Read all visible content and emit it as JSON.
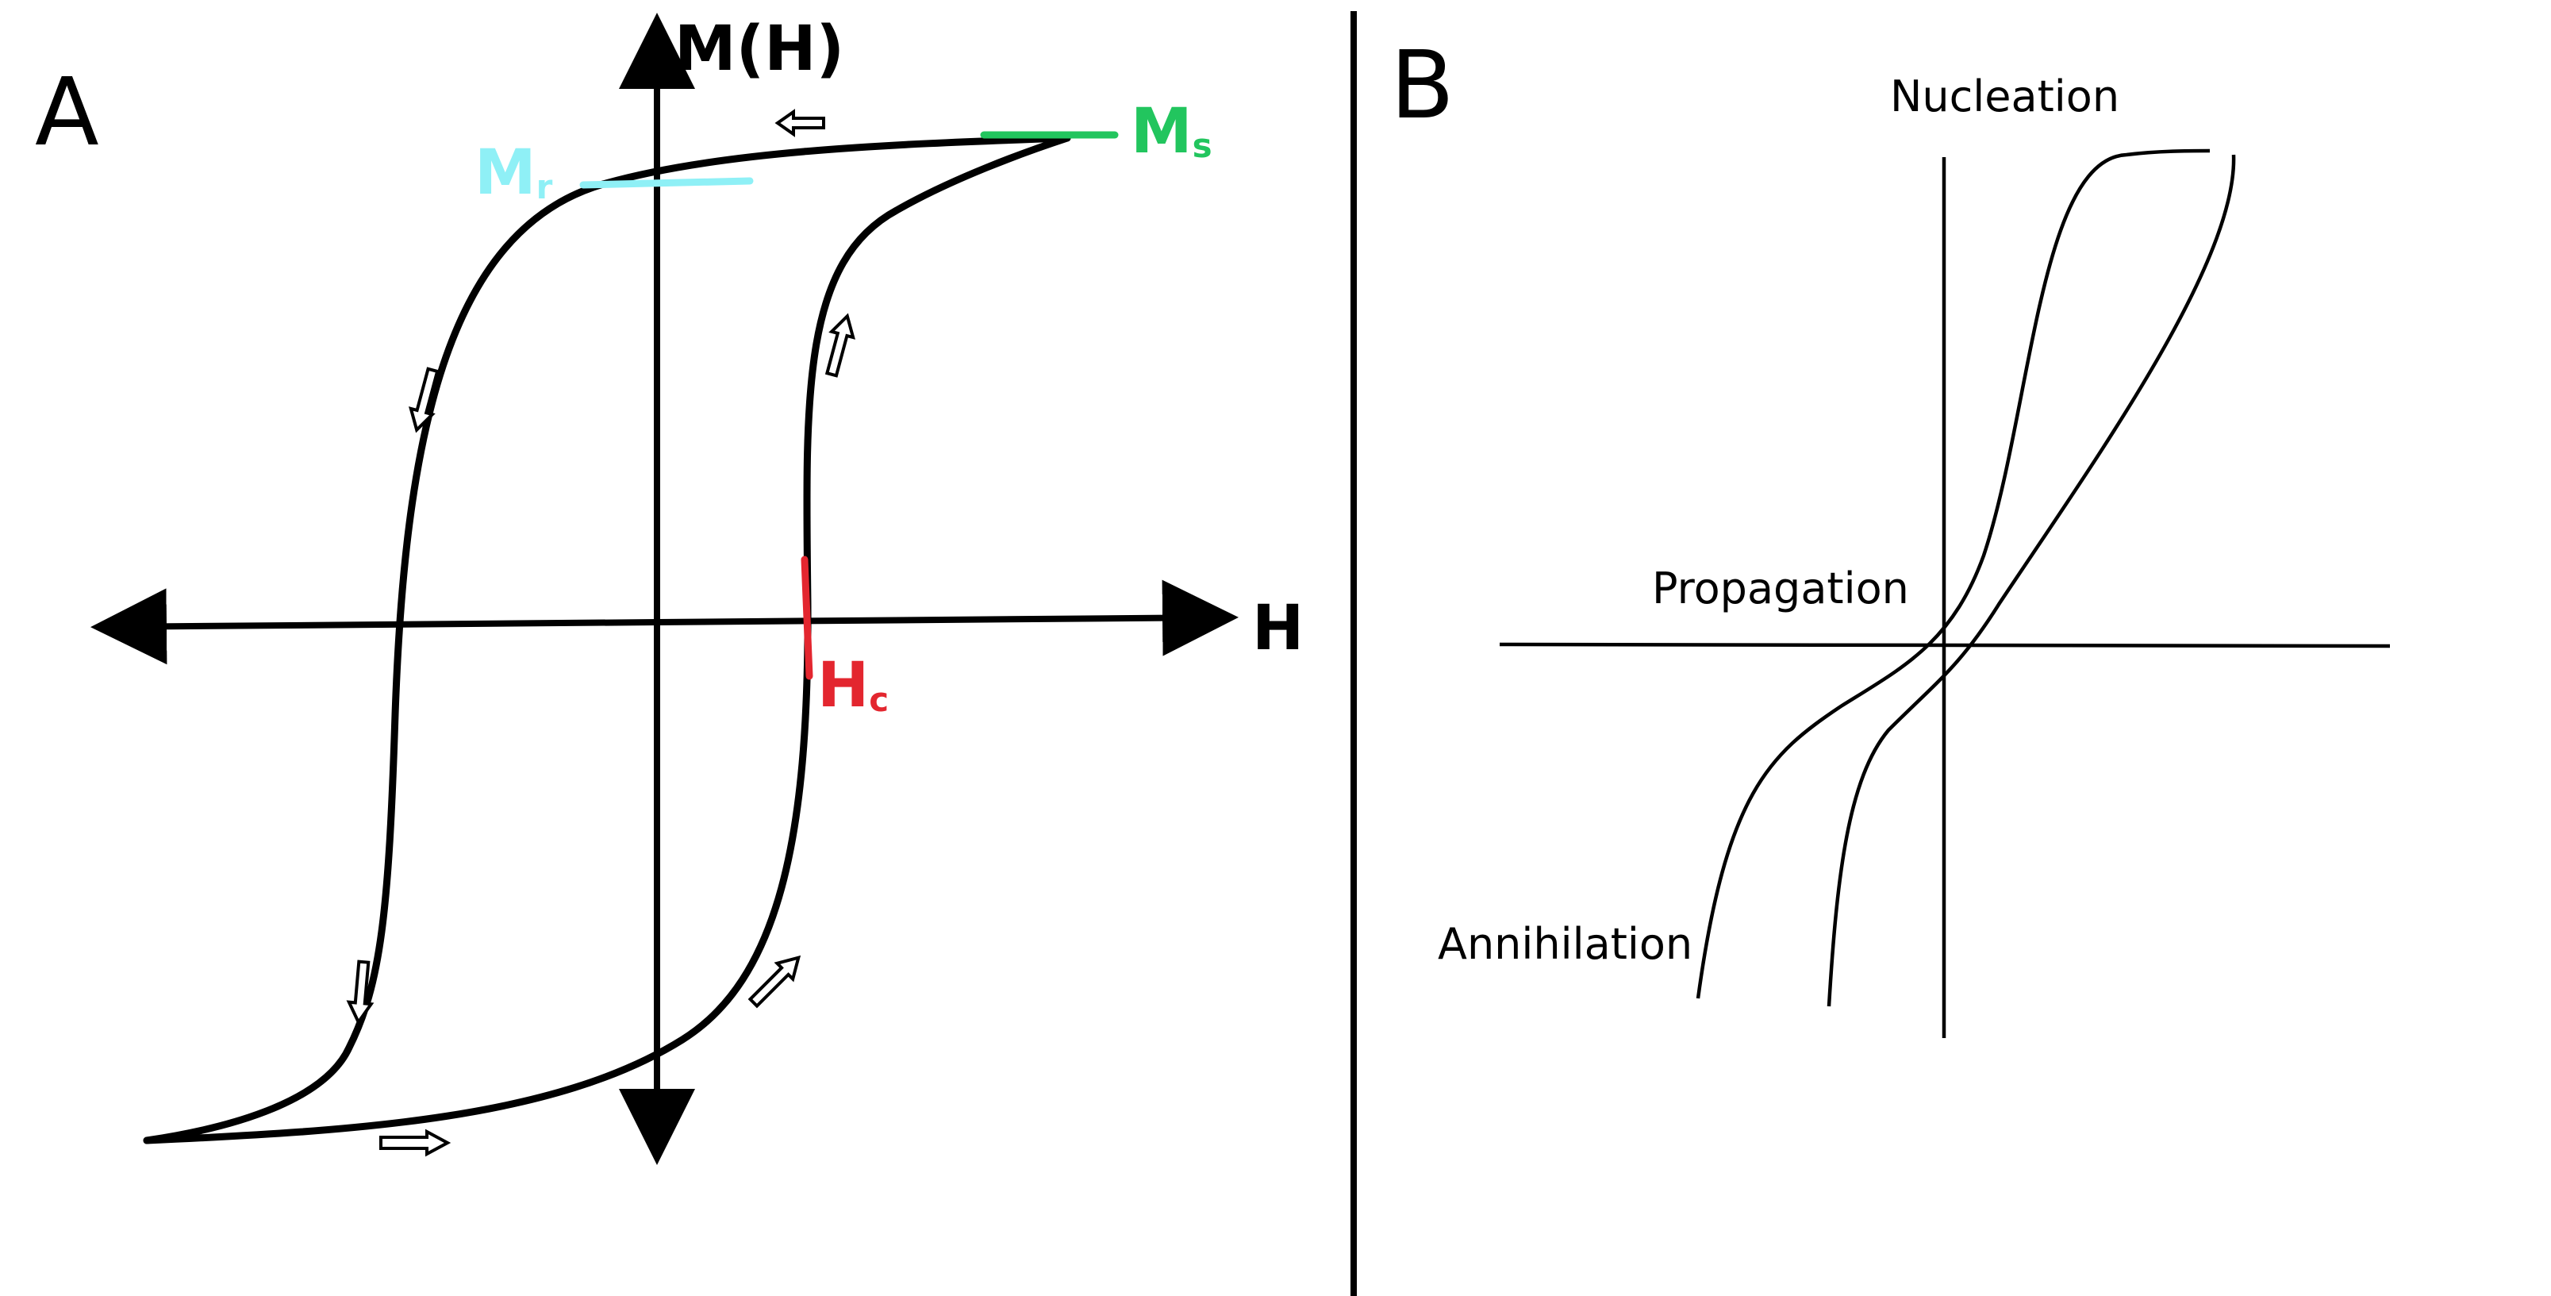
{
  "panel_a": {
    "letter": "A",
    "y_axis_label": "M(H)",
    "x_axis_label": "H",
    "remanence": {
      "symbol": "M",
      "subscript": "r",
      "color": "#8ff0f6"
    },
    "saturation": {
      "symbol": "M",
      "subscript": "s",
      "color": "#22c55e"
    },
    "coercivity": {
      "symbol": "H",
      "subscript": "c",
      "color": "#e3262f"
    }
  },
  "panel_b": {
    "letter": "B",
    "labels": {
      "nucleation": "Nucleation",
      "propagation": "Propagation",
      "annihilation": "Annihilation"
    }
  }
}
